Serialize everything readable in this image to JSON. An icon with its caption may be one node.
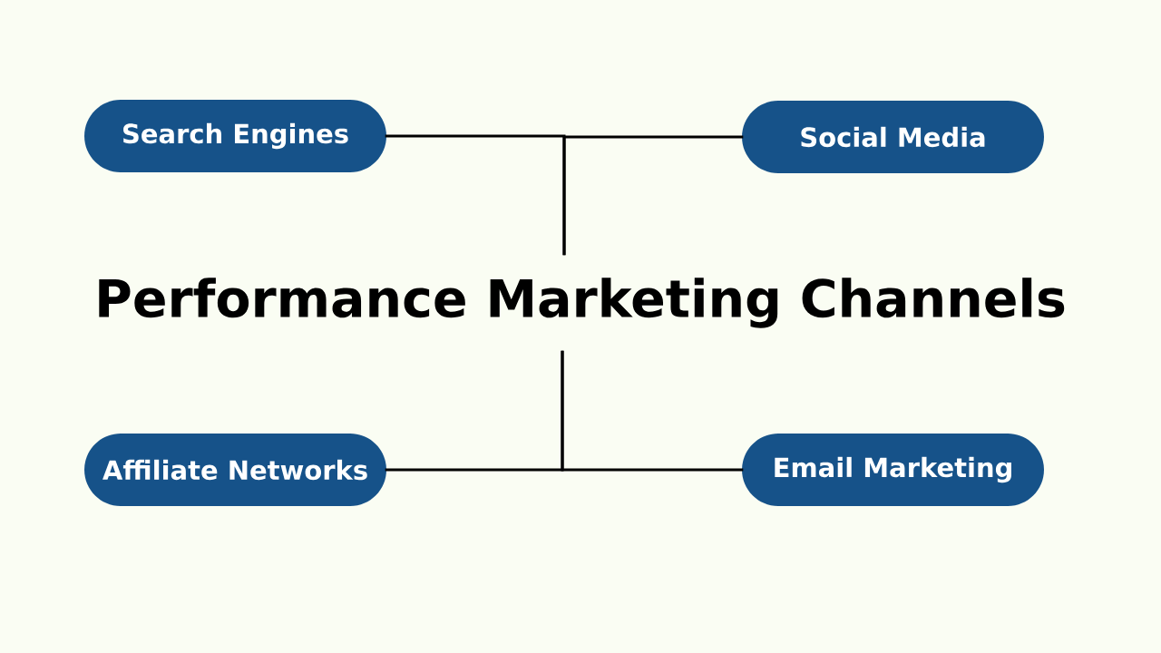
{
  "diagram": {
    "nodes": [
      {
        "text": [
          "Search Engines"
        ]
      },
      {
        "text": [
          "Social Media"
        ]
      },
      {
        "text": [
          "Performance Marketing Channels"
        ]
      },
      {
        "text": [
          "Affiliate Networks"
        ]
      },
      {
        "text": [
          "Email Marketing"
        ]
      }
    ],
    "edges": [
      {
        "from": 2,
        "to": 0,
        "arrow": "none"
      },
      {
        "from": 2,
        "to": 1,
        "arrow": "none"
      },
      {
        "from": 2,
        "to": 3,
        "arrow": "none"
      },
      {
        "from": 2,
        "to": 4,
        "arrow": "none"
      }
    ]
  }
}
